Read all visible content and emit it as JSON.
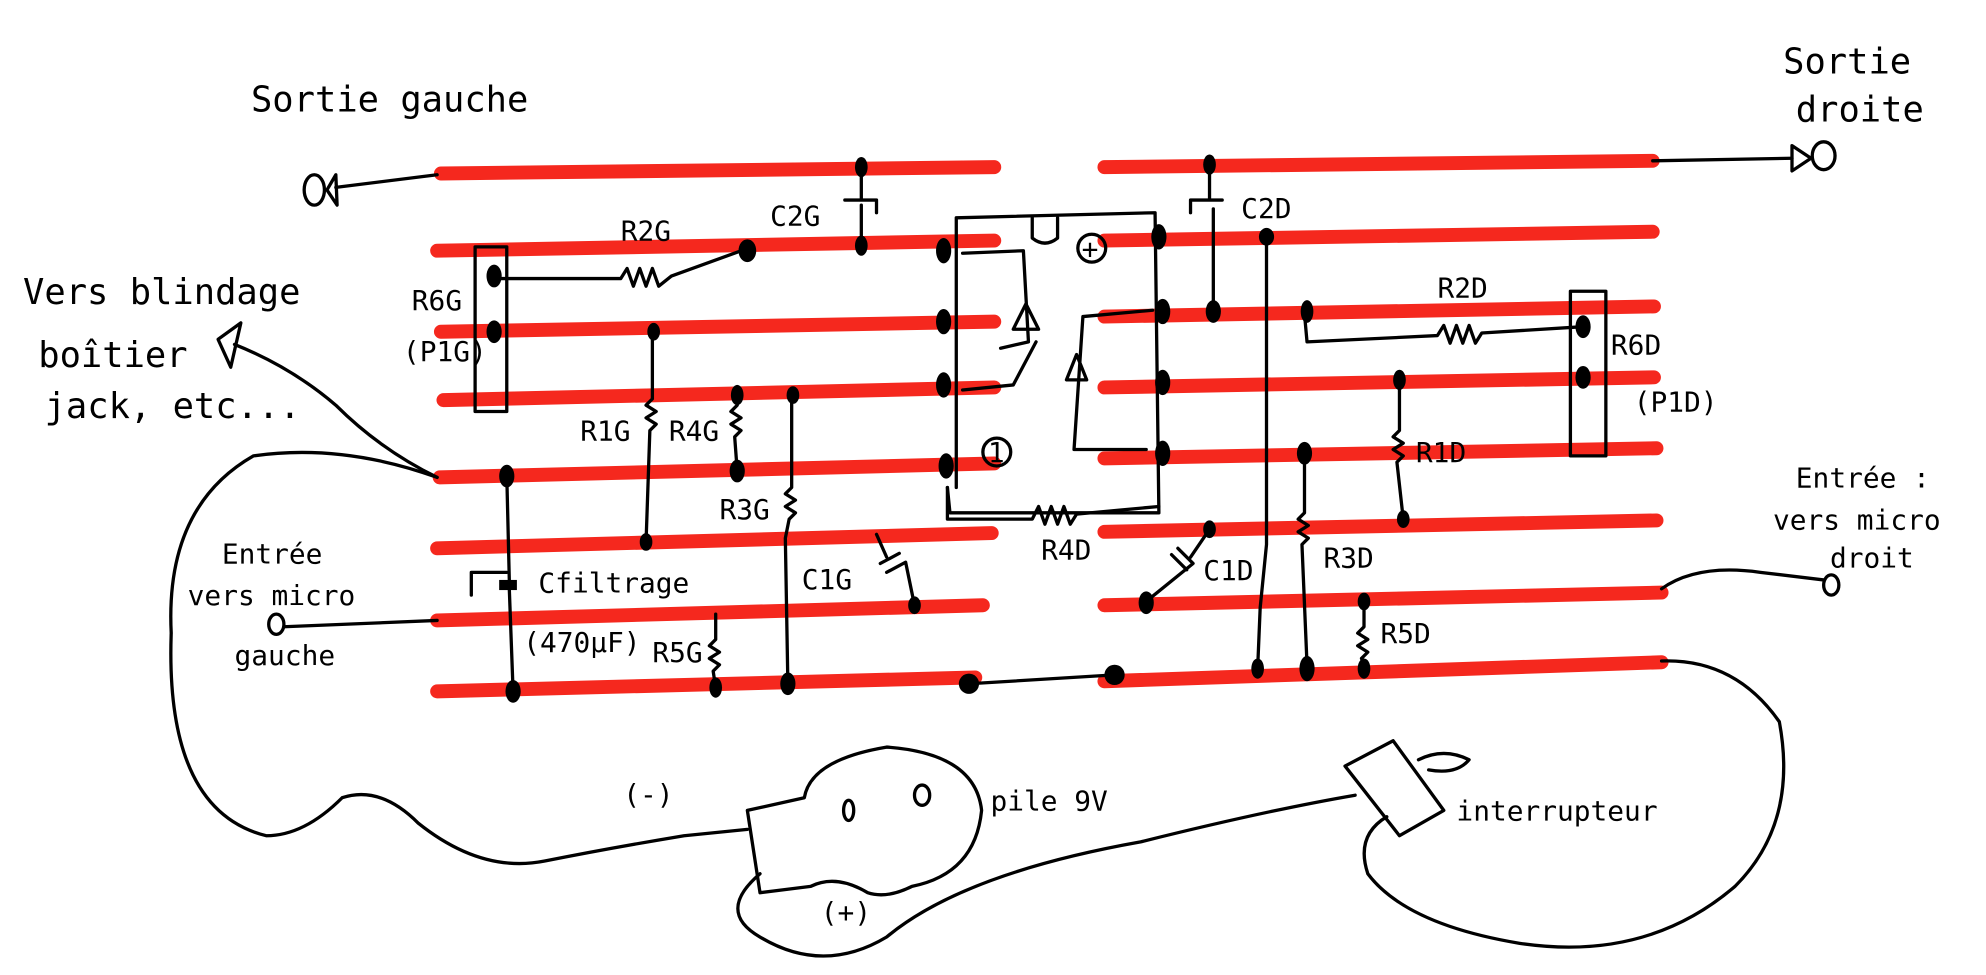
{
  "title_left_output": "Sortie gauche",
  "title_right_output": [
    "Sortie",
    "droite"
  ],
  "shield_note": [
    "Vers blindage",
    "boîtier",
    "jack, etc..."
  ],
  "left_input": [
    "Entrée",
    "vers micro",
    "gauche"
  ],
  "right_input": [
    "Entrée :",
    "vers micro",
    "droit"
  ],
  "components": {
    "r2g": "R2G",
    "c2g": "C2G",
    "r6g": "R6G",
    "p1g": "(P1G)",
    "r1g": "R1G",
    "r4g": "R4G",
    "r3g": "R3G",
    "c1g": "C1G",
    "cfiltrage": "Cfiltrage",
    "cfiltrage_value": "(470µF)",
    "r5g": "R5G",
    "c2d": "C2D",
    "r2d": "R2D",
    "r6d": "R6D",
    "p1d": "(P1D)",
    "r1d": "R1D",
    "r4d": "R4D",
    "c1d": "C1D",
    "r3d": "R3D",
    "r5d": "R5D"
  },
  "ic": {
    "plus_pin": "+",
    "pin1": "1"
  },
  "battery": {
    "label": "pile 9V",
    "minus": "(-)",
    "plus": "(+)"
  },
  "switch": {
    "label": "interrupteur"
  },
  "colors": {
    "strip": "#f5281e",
    "ink": "#000000"
  }
}
